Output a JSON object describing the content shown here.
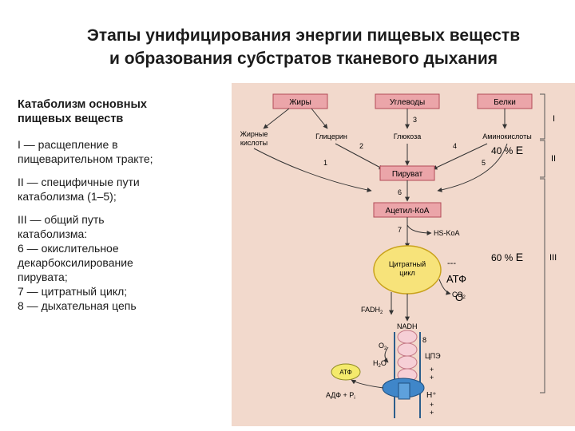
{
  "title": {
    "line1": "Этапы унифицирования энергии пищевых веществ",
    "line2": "и образования субстратов тканевого дыхания"
  },
  "legend": {
    "heading_line1": "Катаболизм основных",
    "heading_line2": "пищевых веществ",
    "stage1": [
      "I — расщепление в",
      "пищеварительном тракте;"
    ],
    "stage2": [
      "II — специфичные пути",
      "катаболизма (1–5);"
    ],
    "stage3": [
      "III — общий путь",
      "катаболизма:",
      "6 — окислительное",
      "декарбоксилирование",
      "пирувата;",
      "7 — цитратный цикл;",
      "8 — дыхательная цепь"
    ]
  },
  "diagram": {
    "nutrients": [
      "Жиры",
      "Углеводы",
      "Белки"
    ],
    "monomers": [
      "Жирные",
      "кислоты",
      "Глицерин",
      "Глюкоза",
      "Аминокислоты"
    ],
    "pyruvate": "Пируват",
    "acetyl_coa": "Ацетил-КоА",
    "hs_coa": "HS-KoA",
    "citrate_cycle": [
      "Цитратный",
      "цикл"
    ],
    "nadh": "NADH",
    "fadh2": "FADH",
    "fadh2_sub": "2",
    "o2": "O",
    "o2_sub": "2",
    "h2o": "H",
    "h2o_sub": "2",
    "h2o_end": "O",
    "etc": "ЦПЭ",
    "atp": "АТФ",
    "adp": "АДФ + P",
    "adp_sub": "i",
    "hplus": "H⁺",
    "plus_sign": "+",
    "co2_label": "CO",
    "co2_sub": "2",
    "overlay_dashes": "---",
    "overlay_atp": "АТФ",
    "overlay_letter": "О",
    "numbers": [
      "1",
      "2",
      "3",
      "4",
      "5",
      "6",
      "7",
      "8"
    ],
    "stage_labels": [
      "I",
      "II",
      "III"
    ],
    "energy_40": "40 %",
    "energy_60": "60 %",
    "energy_e": "Е"
  },
  "colors": {
    "panel_bg": "#f2d9cc",
    "box_fill": "#eba5a9",
    "box_stroke": "#b34a58",
    "cycle_fill": "#f7e37a",
    "cycle_stroke": "#c9a21c",
    "atp_fill": "#f4ea6c",
    "chain_fill": "#f6cfd6",
    "chain_stroke": "#c47785",
    "atpase": "#3f86c9",
    "arrow": "#333333"
  }
}
